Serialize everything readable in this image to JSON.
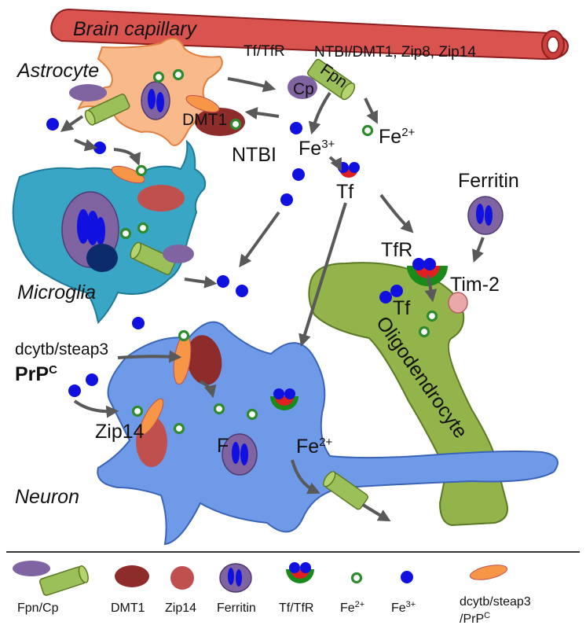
{
  "labels": {
    "brain_capillary": "Brain capillary",
    "tf_tfr": "Tf/TfR",
    "ntbi_transporters": "NTBI/DMT1, Zip8, Zip14",
    "astrocyte": "Astrocyte",
    "cp": "Cp",
    "fpn": "Fpn",
    "dmt1": "DMT1",
    "fe3": "Fe",
    "fe3_sup": "3+",
    "fe2": "Fe",
    "fe2_sup": "2+",
    "ntbi": "NTBI",
    "tf": "Tf",
    "ferritin": "Ferritin",
    "microglia": "Microglia",
    "tfr": "TfR",
    "tim2": "Tim-2",
    "tf_inside": "Tf",
    "oligodendrocyte": "Oligodendrocyte",
    "dcytb_steap3": "dcytb/steap3",
    "prp": "PrP",
    "prp_sup": "C",
    "zip14": "Zip14",
    "f": "F",
    "neuron_fe2": "Fe",
    "neuron_fe2_sup": "2+",
    "neuron": "Neuron"
  },
  "legend": {
    "fpn_cp": "Fpn/Cp",
    "dmt1": "DMT1",
    "zip14": "Zip14",
    "ferritin": "Ferritin",
    "tf_tfr": "Tf/TfR",
    "fe2": "Fe",
    "fe2_sup": "2+",
    "fe3": "Fe",
    "fe3_sup": "3+",
    "dcytb_line1": "dcytb/steap3",
    "dcytb_line2": "/PrP",
    "dcytb_sup": "C"
  },
  "colors": {
    "capillary": "#d9534f",
    "astrocyte": "#f9b98a",
    "microglia": "#3aa6c6",
    "oligodendrocyte": "#93b44b",
    "neuron": "#6f9ae8",
    "fpn": "#9bbf59",
    "cp": "#8064a2",
    "dmt1": "#8e2b2b",
    "zip14": "#c0504d",
    "dcytb": "#f79646",
    "fe3": "#1010e0",
    "fe2": "#2e8b2e",
    "arrow": "#595959"
  }
}
